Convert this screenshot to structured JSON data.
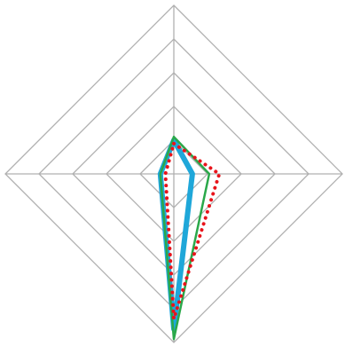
{
  "chart_data": {
    "type": "radar",
    "title": "",
    "axes_count": 4,
    "rings": 5,
    "r_range": [
      0,
      5
    ],
    "grid": true,
    "legend": "none",
    "series": [
      {
        "values": [
          1.0,
          0.55,
          4.6,
          0.4
        ],
        "color": "#1fa7d9",
        "style": "thick-solid"
      },
      {
        "values": [
          1.1,
          1.05,
          4.9,
          0.4
        ],
        "color": "#2aa84a",
        "style": "solid"
      },
      {
        "values": [
          0.9,
          1.35,
          4.3,
          0.25
        ],
        "color": "#e8141b",
        "style": "dotted"
      }
    ],
    "colors": {
      "grid": "#b0b0b0"
    }
  }
}
